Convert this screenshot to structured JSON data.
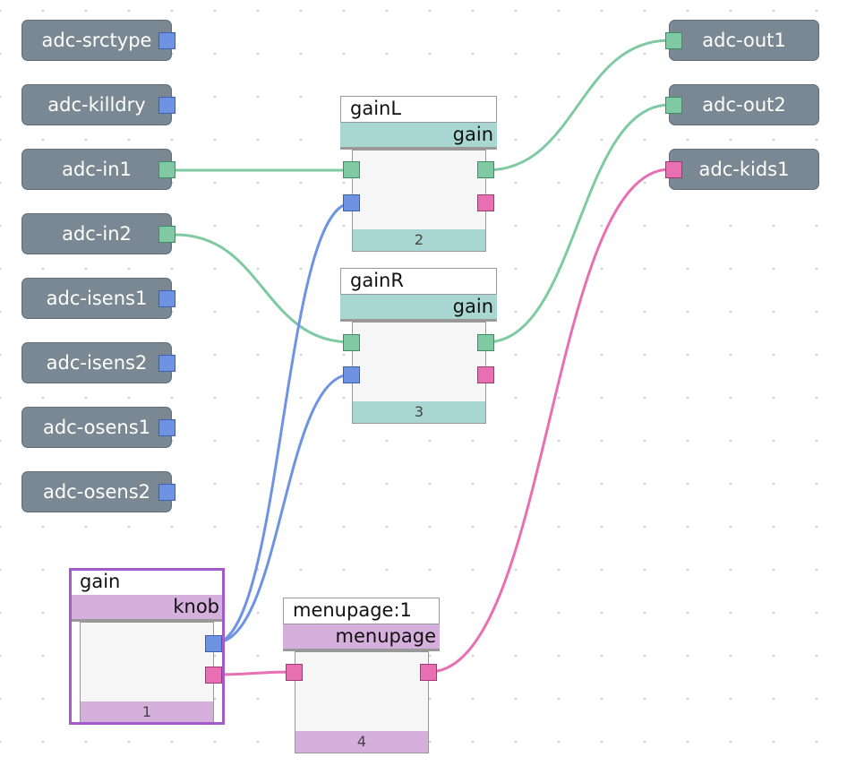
{
  "inlets": [
    {
      "label": "adc-srctype",
      "port": "blue"
    },
    {
      "label": "adc-killdry",
      "port": "blue"
    },
    {
      "label": "adc-in1",
      "port": "green"
    },
    {
      "label": "adc-in2",
      "port": "green"
    },
    {
      "label": "adc-isens1",
      "port": "blue"
    },
    {
      "label": "adc-isens2",
      "port": "blue"
    },
    {
      "label": "adc-osens1",
      "port": "blue"
    },
    {
      "label": "adc-osens2",
      "port": "blue"
    }
  ],
  "outlets": [
    {
      "label": "adc-out1",
      "port": "green"
    },
    {
      "label": "adc-out2",
      "port": "green"
    },
    {
      "label": "adc-kids1",
      "port": "pink"
    }
  ],
  "nodes": {
    "gainL": {
      "name": "gainL",
      "type": "gain",
      "id": "2"
    },
    "gainR": {
      "name": "gainR",
      "type": "gain",
      "id": "3"
    },
    "gain": {
      "name": "gain",
      "type": "knob",
      "id": "1",
      "selected": true
    },
    "menupage": {
      "name": "menupage:1",
      "type": "menupage",
      "id": "4"
    }
  },
  "colors": {
    "audio": "#7fcaa2",
    "control": "#6f93e3",
    "event": "#e86fb2",
    "io_box": "#7a8894",
    "teal_header": "#a8d6d1",
    "purple_header": "#d6b0dc",
    "selection": "#a35bcc"
  }
}
